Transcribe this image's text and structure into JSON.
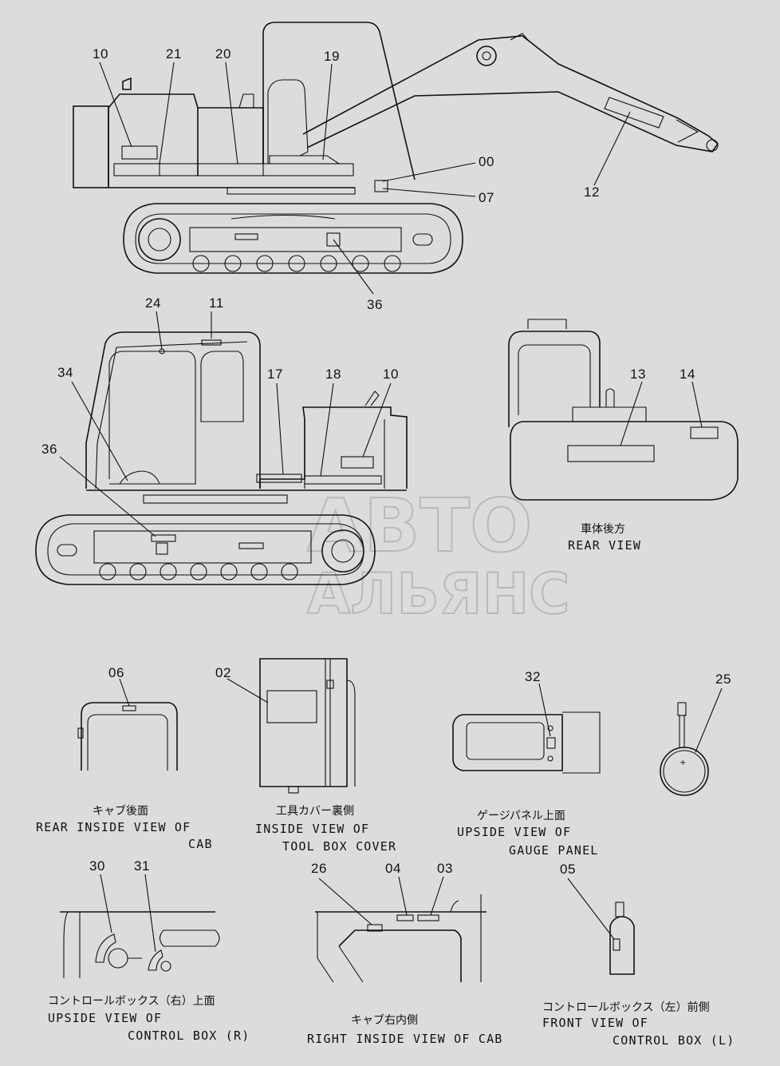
{
  "callouts": {
    "c10a": "10",
    "c21": "21",
    "c20": "20",
    "c19": "19",
    "c00": "00",
    "c07": "07",
    "c12": "12",
    "c36a": "36",
    "c24": "24",
    "c11": "11",
    "c34": "34",
    "c17": "17",
    "c18": "18",
    "c10b": "10",
    "c13": "13",
    "c14": "14",
    "c36b": "36",
    "c06": "06",
    "c02": "02",
    "c32": "32",
    "c25": "25",
    "c30": "30",
    "c31": "31",
    "c26": "26",
    "c04": "04",
    "c03": "03",
    "c05": "05"
  },
  "captions": {
    "rear_view": {
      "jp": "車体後方",
      "en": "REAR VIEW"
    },
    "cab_rear": {
      "jp": "キャブ後面",
      "en1": "REAR INSIDE VIEW OF",
      "en2": "CAB"
    },
    "toolbox": {
      "jp": "工具カバー裏側",
      "en1": "INSIDE VIEW OF",
      "en2": "TOOL BOX COVER"
    },
    "gauge": {
      "jp": "ゲージパネル上面",
      "en1": "UPSIDE VIEW OF",
      "en2": "GAUGE PANEL"
    },
    "ctrl_r": {
      "jp": "コントロールボックス（右）上面",
      "en1": "UPSIDE VIEW OF",
      "en2": "CONTROL BOX (R)"
    },
    "cab_right": {
      "jp": "キャブ右内側",
      "en": "RIGHT INSIDE VIEW OF CAB"
    },
    "ctrl_l": {
      "jp": "コントロールボックス（左）前側",
      "en1": "FRONT VIEW OF",
      "en2": "CONTROL BOX (L)"
    }
  },
  "watermark": {
    "line1": "АВТО",
    "line2": "АЛЬЯНС"
  }
}
